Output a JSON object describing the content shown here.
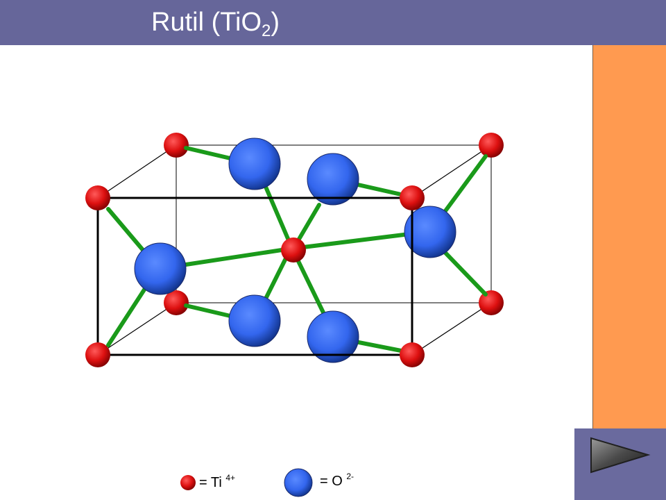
{
  "slide": {
    "title": "Rutil (TiO",
    "title_subscript": "2",
    "title_suffix": ")"
  },
  "legend": [
    {
      "symbol": "ti-atom",
      "label": "= Ti ",
      "charge": "4+",
      "color": "#dd1010"
    },
    {
      "symbol": "o-atom",
      "label": "= O ",
      "charge": "2-",
      "color": "#3366ee"
    }
  ],
  "navigation": {
    "next_icon": "play-triangle-icon"
  },
  "colors": {
    "title_bar": "#66669a",
    "title_text": "#ffffff",
    "side_panel": "#ff9a50",
    "nav_button": "#6a6a9e",
    "bond": "#1a9a1a",
    "titanium": "#dd1010",
    "oxygen": "#3366ee"
  }
}
